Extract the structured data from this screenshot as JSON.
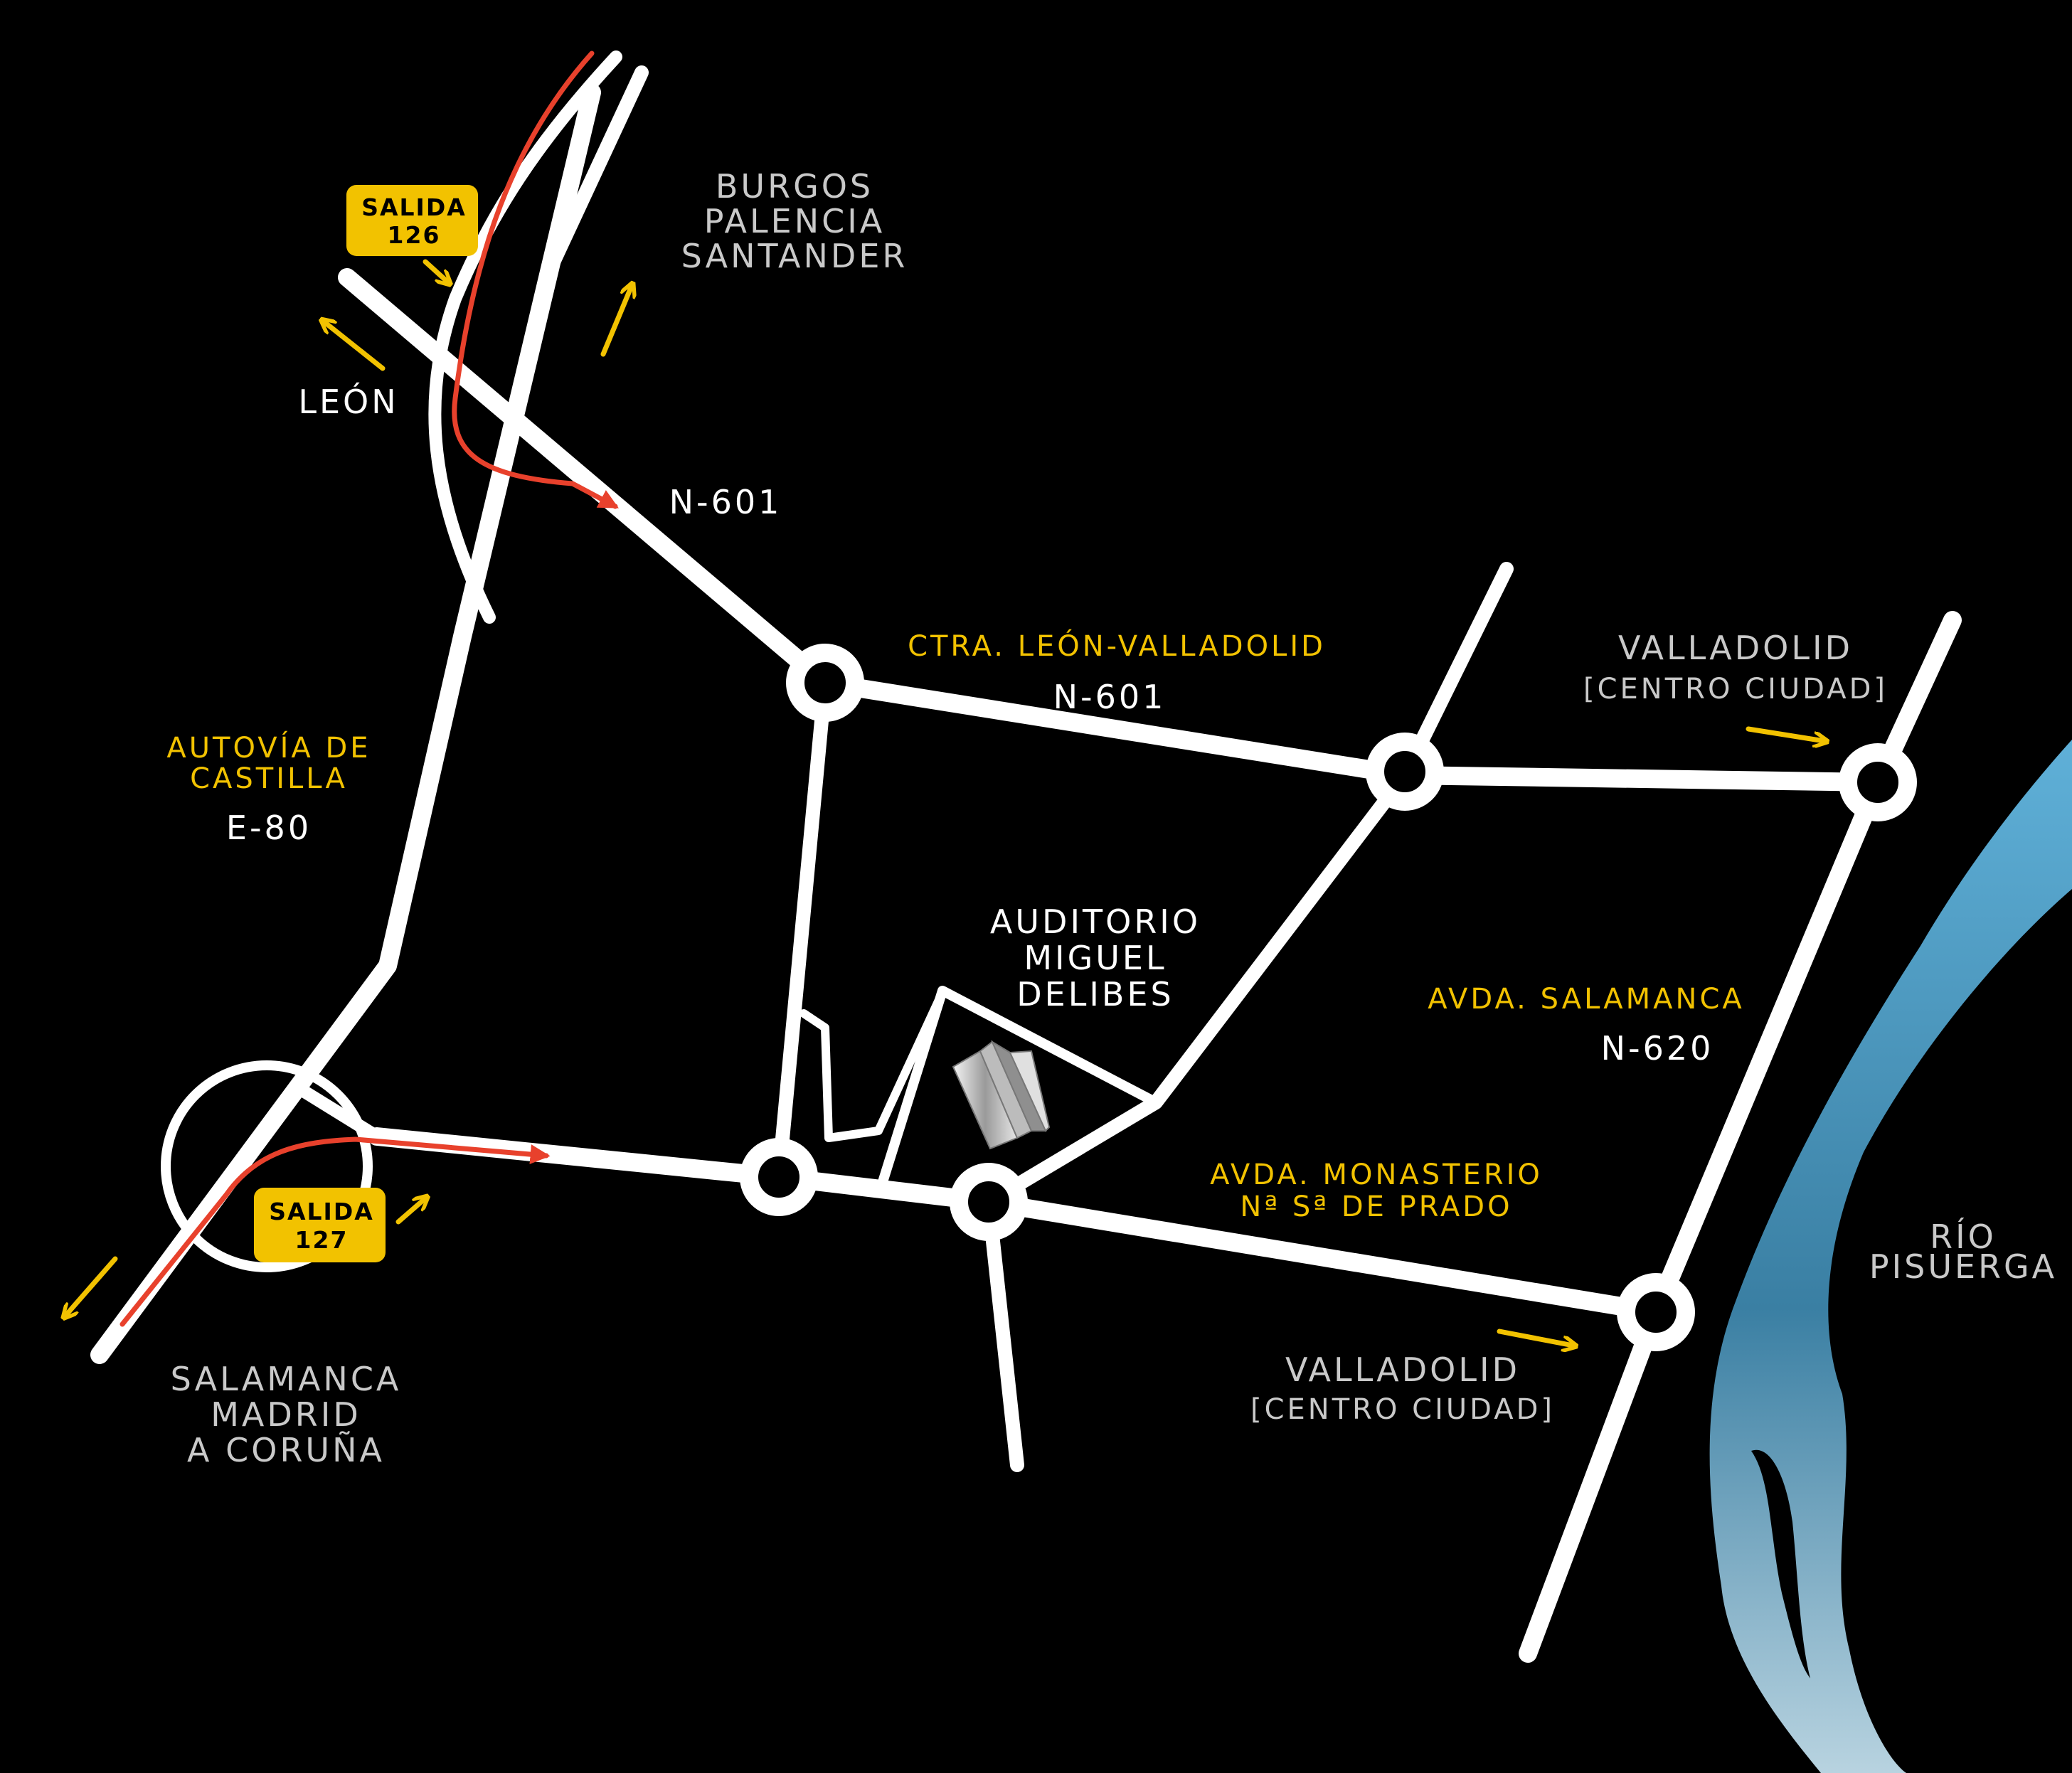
{
  "colors": {
    "background": "#000000",
    "road": "#ffffff",
    "label_primary": "#ffffff",
    "label_secondary": "#c9c9c9",
    "label_street": "#f2c200",
    "exit_badge": "#f2c200",
    "route": "#e8412c",
    "direction_arrow": "#f2c200",
    "river": "#3f8bb0"
  },
  "labels": {
    "burgos": [
      "BURGOS",
      "PALENCIA",
      "SANTANDER"
    ],
    "leon": "LEÓN",
    "n601_top": "N-601",
    "ctra_leon": "CTRA. LEÓN-VALLADOLID",
    "n601_mid": "N-601",
    "valladolid_top": [
      "VALLADOLID",
      "[CENTRO CIUDAD]"
    ],
    "autovia": [
      "AUTOVÍA DE",
      "CASTILLA"
    ],
    "e80": "E-80",
    "auditorio": [
      "AUDITORIO",
      "MIGUEL",
      "DELIBES"
    ],
    "avda_salamanca": "AVDA. SALAMANCA",
    "n620": "N-620",
    "avda_monasterio": [
      "AVDA. MONASTERIO",
      "Nª Sª DE PRADO"
    ],
    "rio": [
      "RÍO",
      "PISUERGA"
    ],
    "valladolid_bottom": [
      "VALLADOLID",
      "[CENTRO CIUDAD]"
    ],
    "salamanca": [
      "SALAMANCA",
      "MADRID",
      "A CORUÑA"
    ]
  },
  "exits": {
    "salida_126": [
      "SALIDA",
      "126"
    ],
    "salida_127": [
      "SALIDA",
      "127"
    ]
  },
  "icons": {
    "building": "auditorio-building-icon",
    "direction": "direction-arrow-icon",
    "route": "route-arrow-icon"
  }
}
